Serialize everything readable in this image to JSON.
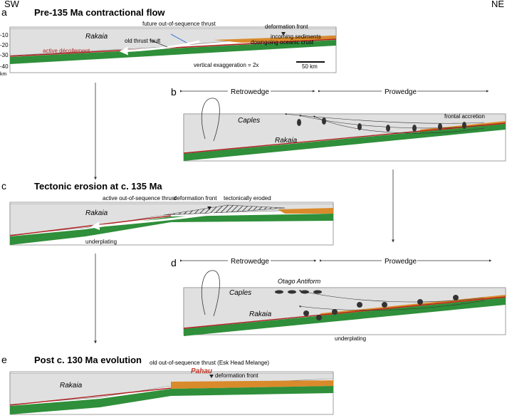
{
  "corners": {
    "left": "SW",
    "right": "NE"
  },
  "panels": {
    "a": {
      "letter": "a",
      "title": "Pre-135 Ma contractional flow",
      "depth_ticks": [
        "-10",
        "-20",
        "-30",
        "-40"
      ],
      "depth_unit": "km",
      "labels": {
        "rakaia": "Rakaia",
        "future_thrust": "future out-of-sequence thrust",
        "old_thrust": "old thrust fault",
        "deformation_front": "deformation front",
        "incoming_sediments": "incoming sediments",
        "downgoing_crust": "downgoing oceanic crust",
        "active_decollement": "active décollement",
        "vertical_exaggeration": "vertical exaggeration = 2x",
        "scale_bar": "50 km"
      }
    },
    "b": {
      "letter": "b",
      "retrowedge": "Retrowedge",
      "prowedge": "Prowedge",
      "caples": "Caples",
      "rakaia": "Rakaia",
      "frontal_accretion": "frontal accretion"
    },
    "c": {
      "letter": "c",
      "title": "Tectonic erosion at c. 135 Ma",
      "active_thrust": "active out-of-sequence thrust",
      "deformation_front": "deformation front",
      "tectonically_eroded": "tectonically eroded",
      "rakaia": "Rakaia",
      "underplating": "underplating"
    },
    "d": {
      "letter": "d",
      "retrowedge": "Retrowedge",
      "prowedge": "Prowedge",
      "otago_antiform": "Otago Antiform",
      "caples": "Caples",
      "rakaia": "Rakaia",
      "underplating": "underplating"
    },
    "e": {
      "letter": "e",
      "title": "Post c. 130 Ma evolution",
      "old_thrust": "old out-of-sequence thrust (Esk Head Melange)",
      "pahau": "Pahau",
      "deformation_front": "deformation front",
      "rakaia": "Rakaia"
    }
  },
  "colors": {
    "wedge": "#e0e0e0",
    "crust": "#2f8f3a",
    "sediment": "#d98a2b",
    "decollement": "#b22222",
    "pahau": "#c0392b"
  }
}
